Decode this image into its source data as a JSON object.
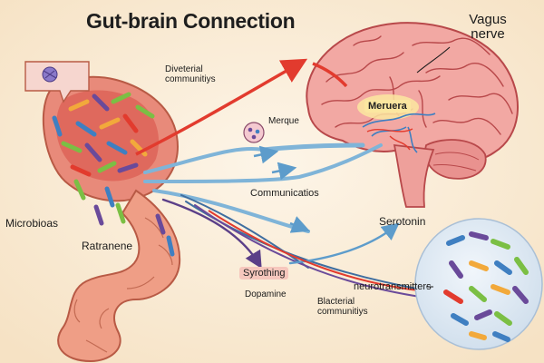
{
  "diagram": {
    "title": "Gut-brain Connection",
    "labels": {
      "vagus_nerve_line1": "Vagus",
      "vagus_nerve_line2": "nerve",
      "diverse_communities_line1": "Diveterial",
      "diverse_communities_line2": "communitiys",
      "meruera": "Meruera",
      "merque": "Merque",
      "communications": "Communicatios",
      "serotonin": "Serotonin",
      "microbioas": "Microbioas",
      "ratranene": "Ratranene",
      "syrothing": "Syrothing",
      "dopamine": "Dopamine",
      "neurotransmitters": "neurotransmitters",
      "bacterial_communities_line1": "Blacterial",
      "bacterial_communities_line2": "communitiys"
    },
    "colors": {
      "background": "#fbefdc",
      "brain": "#f2a8a3",
      "brain_outline": "#b8484a",
      "intestine": "#ef9e86",
      "intestine_outline": "#b85a45",
      "arrow_red": "#e23b2e",
      "pathway_blue": "#7fb4d8",
      "pathway_purple": "#6a4a9a",
      "highlight_yellow": "#fbe7a0",
      "label_box_pink": "#f6c7bd",
      "bubble": "#dde8f2"
    },
    "icons": [
      "microscope-callout-icon",
      "microbe-cluster-icon"
    ]
  }
}
